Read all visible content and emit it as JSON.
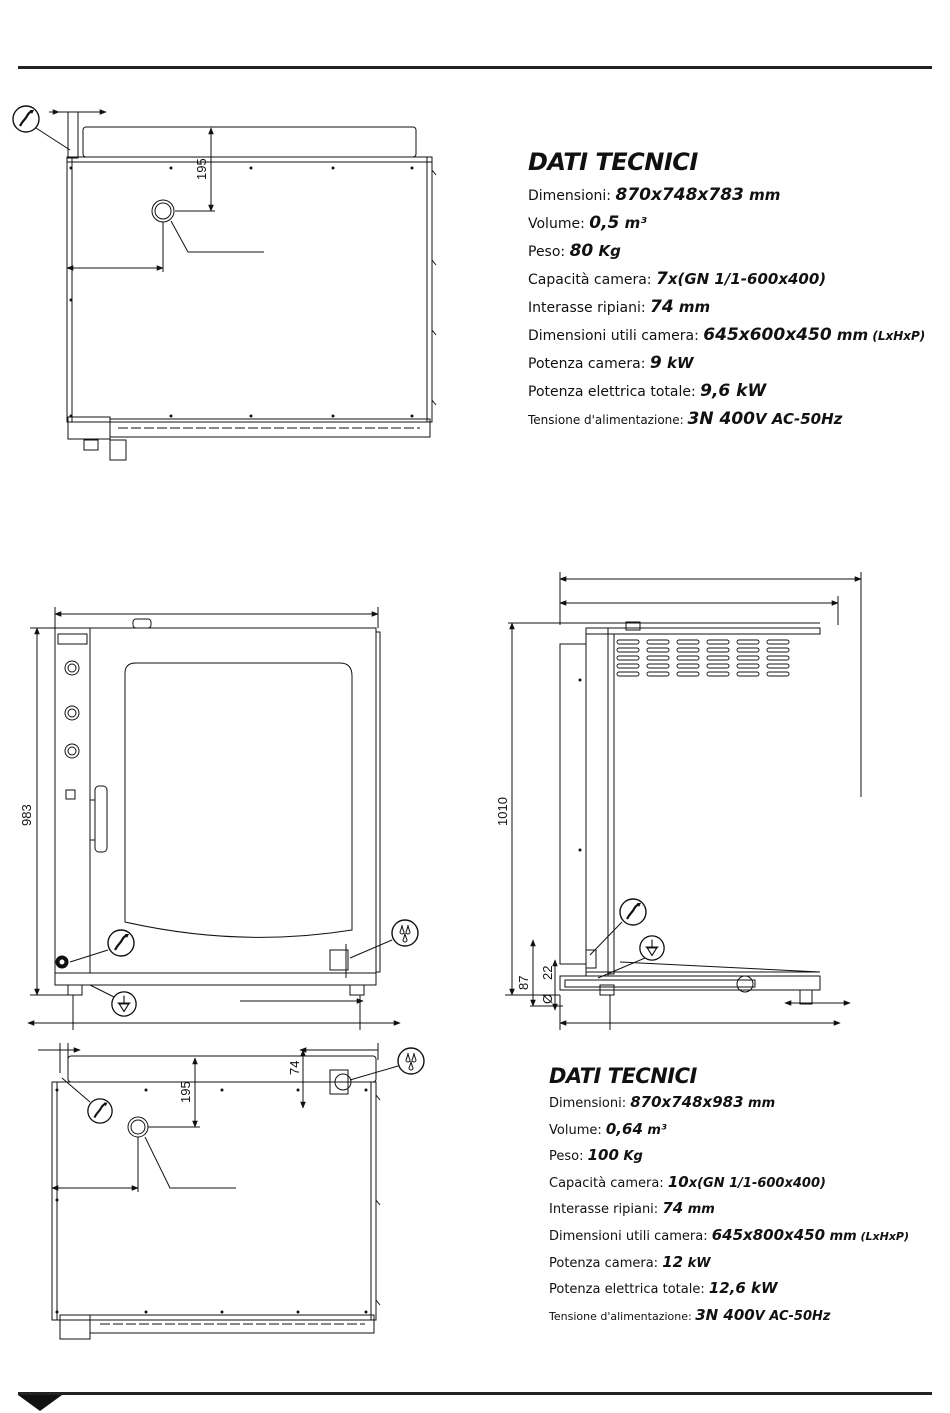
{
  "specs_top": {
    "title": "DATI TECNICI",
    "rows": [
      {
        "label": "Dimensioni: ",
        "value": "870x748x783",
        "unit": " mm",
        "extra": ""
      },
      {
        "label": "Volume: ",
        "value": "0,5",
        "unit": " m³",
        "extra": ""
      },
      {
        "label": "Peso: ",
        "value": "80",
        "unit": " Kg",
        "extra": ""
      },
      {
        "label": "Capacità camera: ",
        "value": "7",
        "unit": "x(GN 1/1-600x400)",
        "extra": ""
      },
      {
        "label": "Interasse ripiani: ",
        "value": "74",
        "unit": " mm",
        "extra": ""
      },
      {
        "label": "Dimensioni utili camera: ",
        "value": "645x600x450",
        "unit": " mm",
        "extra": " (LxHxP)"
      },
      {
        "label": "Potenza camera: ",
        "value": "9",
        "unit": " kW",
        "extra": ""
      },
      {
        "label": "Potenza elettrica totale: ",
        "value": "9,6 kW",
        "unit": "",
        "extra": ""
      },
      {
        "label": "Tensione d'alimentazione: ",
        "value": "3N 400",
        "unit": "V AC-50Hz",
        "extra": ""
      }
    ]
  },
  "specs_bottom": {
    "title": "DATI TECNICI",
    "rows": [
      {
        "label": "Dimensioni: ",
        "value": "870x748x983",
        "unit": " mm",
        "extra": ""
      },
      {
        "label": "Volume: ",
        "value": "0,64",
        "unit": " m³",
        "extra": ""
      },
      {
        "label": "Peso: ",
        "value": "100",
        "unit": " Kg",
        "extra": ""
      },
      {
        "label": "Capacità camera: ",
        "value": "10",
        "unit": "x(GN 1/1-600x400)",
        "extra": ""
      },
      {
        "label": "Interasse ripiani: ",
        "value": "74",
        "unit": " mm",
        "extra": ""
      },
      {
        "label": "Dimensioni utili camera: ",
        "value": "645x800x450",
        "unit": " mm",
        "extra": " (LxHxP)"
      },
      {
        "label": "Potenza camera: ",
        "value": "12",
        "unit": " kW",
        "extra": ""
      },
      {
        "label": "Potenza elettrica totale: ",
        "value": "12,6 kW",
        "unit": "",
        "extra": ""
      },
      {
        "label": "Tensione d'alimentazione: ",
        "value": "3N 400",
        "unit": "V AC-50Hz",
        "extra": ""
      }
    ]
  },
  "dimensions": {
    "top_plan_offset": "195",
    "front_height": "983",
    "side_height": "1010",
    "side_foot": "87",
    "side_pipe": "22",
    "side_diameter_symbol": "Ø",
    "bottom_plan_offset": "195",
    "bottom_plan_shelf": "74"
  },
  "icons": {
    "gas": "gas-connection-icon",
    "water": "water-inlet-icon",
    "drain": "drain-icon"
  }
}
